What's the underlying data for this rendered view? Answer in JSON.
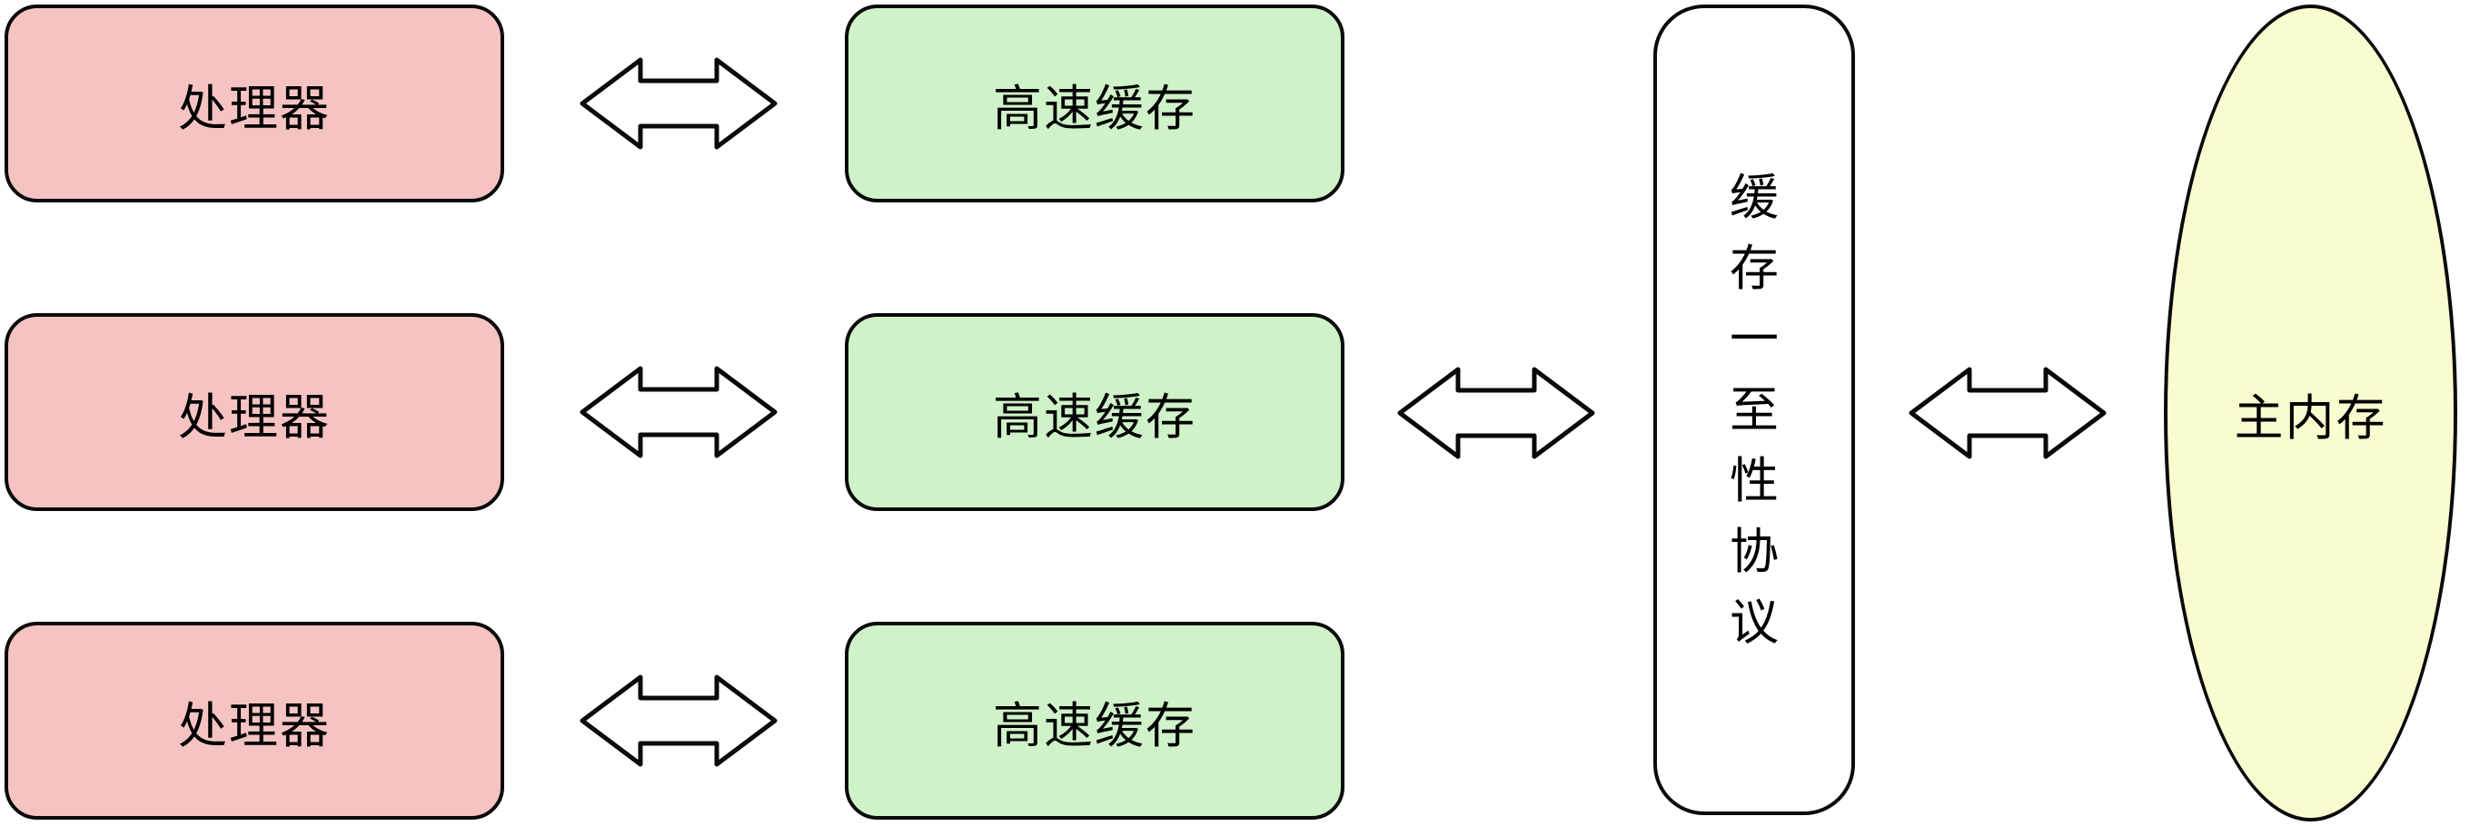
{
  "diagram": {
    "nodes": {
      "processors": [
        {
          "label": "处理器"
        },
        {
          "label": "处理器"
        },
        {
          "label": "处理器"
        }
      ],
      "caches": [
        {
          "label": "高速缓存"
        },
        {
          "label": "高速缓存"
        },
        {
          "label": "高速缓存"
        }
      ],
      "protocol": {
        "label": "缓存一至性协议"
      },
      "memory": {
        "label": "主内存"
      }
    },
    "colors": {
      "processor_fill": "#F5C3C2",
      "cache_fill": "#CFF2C8",
      "protocol_fill": "#FFFFFF",
      "memory_fill": "#FBFBD0",
      "stroke": "#000000",
      "background": "#FFFFFF"
    },
    "connections": [
      {
        "from": "processor-1",
        "to": "cache-1",
        "type": "bidirectional-arrow"
      },
      {
        "from": "processor-2",
        "to": "cache-2",
        "type": "bidirectional-arrow"
      },
      {
        "from": "processor-3",
        "to": "cache-3",
        "type": "bidirectional-arrow"
      },
      {
        "from": "cache-2",
        "to": "protocol",
        "type": "bidirectional-arrow"
      },
      {
        "from": "protocol",
        "to": "memory",
        "type": "bidirectional-arrow"
      }
    ]
  }
}
